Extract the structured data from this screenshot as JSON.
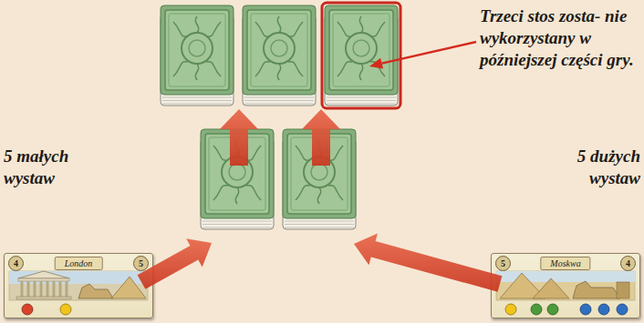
{
  "diagram": {
    "nodes": [
      {
        "text": [
          "4",
          "London",
          "5"
        ]
      },
      {
        "text": [
          "5",
          "Moskwa",
          "4"
        ]
      }
    ],
    "labels": [
      "Trzeci stos zosta- nie wykorzystany w późniejszej części gry.",
      "5 małych wystaw",
      "5 dużych wystaw"
    ]
  }
}
